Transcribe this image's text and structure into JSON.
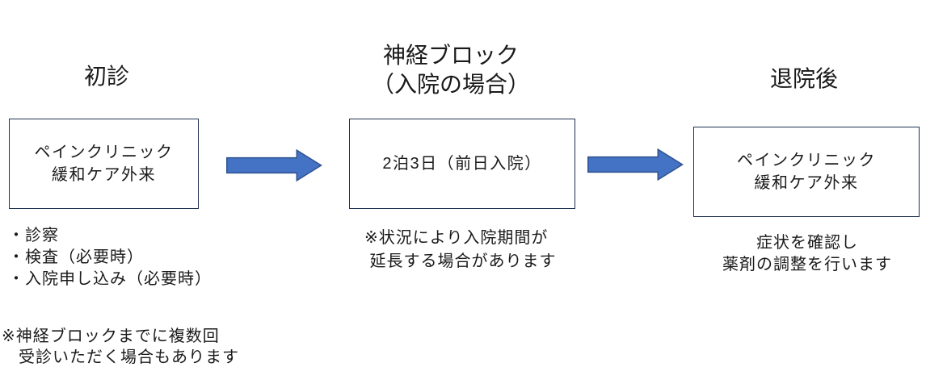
{
  "stages": [
    {
      "heading": "初診",
      "box_label": "ペインクリニック\n緩和ケア外来",
      "bullet_notes": "・診察\n・検査（必要時）\n・入院申し込み（必要時）",
      "caution_note": "※神経ブロックまでに複数回\n　受診いただく場合もあります"
    },
    {
      "heading": "神経ブロック\n（入院の場合）",
      "box_label": "2泊3日（前日入院）",
      "caution_note": "※状況により入院期間が\n 延長する場合があります"
    },
    {
      "heading": "退院後",
      "box_label": "ペインクリニック\n緩和ケア外来",
      "note": "症状を確認し\n薬剤の調整を行います"
    }
  ],
  "icons": {
    "flow_arrow": "block-arrow-right"
  },
  "colors": {
    "background": "#ffffff",
    "text": "#1a1a1a",
    "box_border": "#1f3050",
    "arrow_fill": "#4472c4",
    "arrow_stroke": "#2f528f"
  }
}
